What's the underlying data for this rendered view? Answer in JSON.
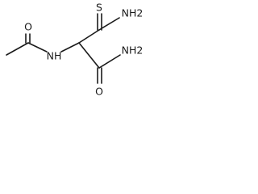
{
  "molecule": {
    "atoms": {
      "S": "S",
      "O_acetyl": "O",
      "O_amide": "O",
      "NH_thioamide": "NH2",
      "NH_amide": "NH2",
      "NH_linker": "NH"
    },
    "colors": {
      "ink": "#1a1a1a",
      "background": "#ffffff"
    }
  }
}
